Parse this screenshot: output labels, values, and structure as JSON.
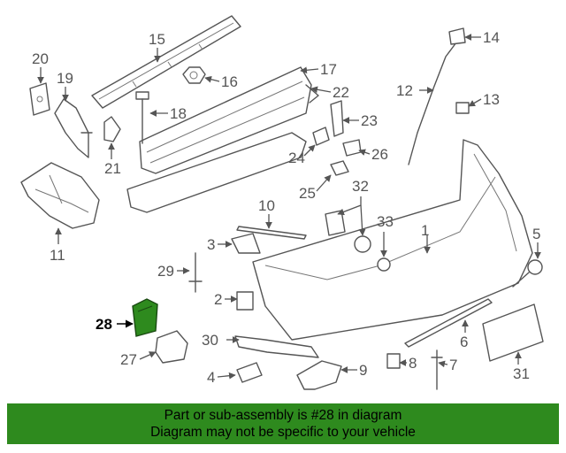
{
  "banner": {
    "line1": "Part or sub-assembly is #28 in diagram",
    "line2": "Diagram may not be specific to your vehicle",
    "color": "#2e8a1e"
  },
  "highlight_color": "#2e8a1e",
  "callouts": {
    "c1": "1",
    "c2": "2",
    "c3": "3",
    "c4": "4",
    "c5": "5",
    "c6": "6",
    "c7": "7",
    "c8": "8",
    "c9": "9",
    "c10": "10",
    "c11": "11",
    "c12": "12",
    "c13": "13",
    "c14": "14",
    "c15": "15",
    "c16": "16",
    "c17": "17",
    "c18": "18",
    "c19": "19",
    "c20": "20",
    "c21": "21",
    "c22": "22",
    "c23": "23",
    "c24": "24",
    "c25": "25",
    "c26": "26",
    "c27": "27",
    "c28": "28",
    "c29": "29",
    "c30": "30",
    "c31": "31",
    "c32": "32",
    "c33": "33"
  }
}
